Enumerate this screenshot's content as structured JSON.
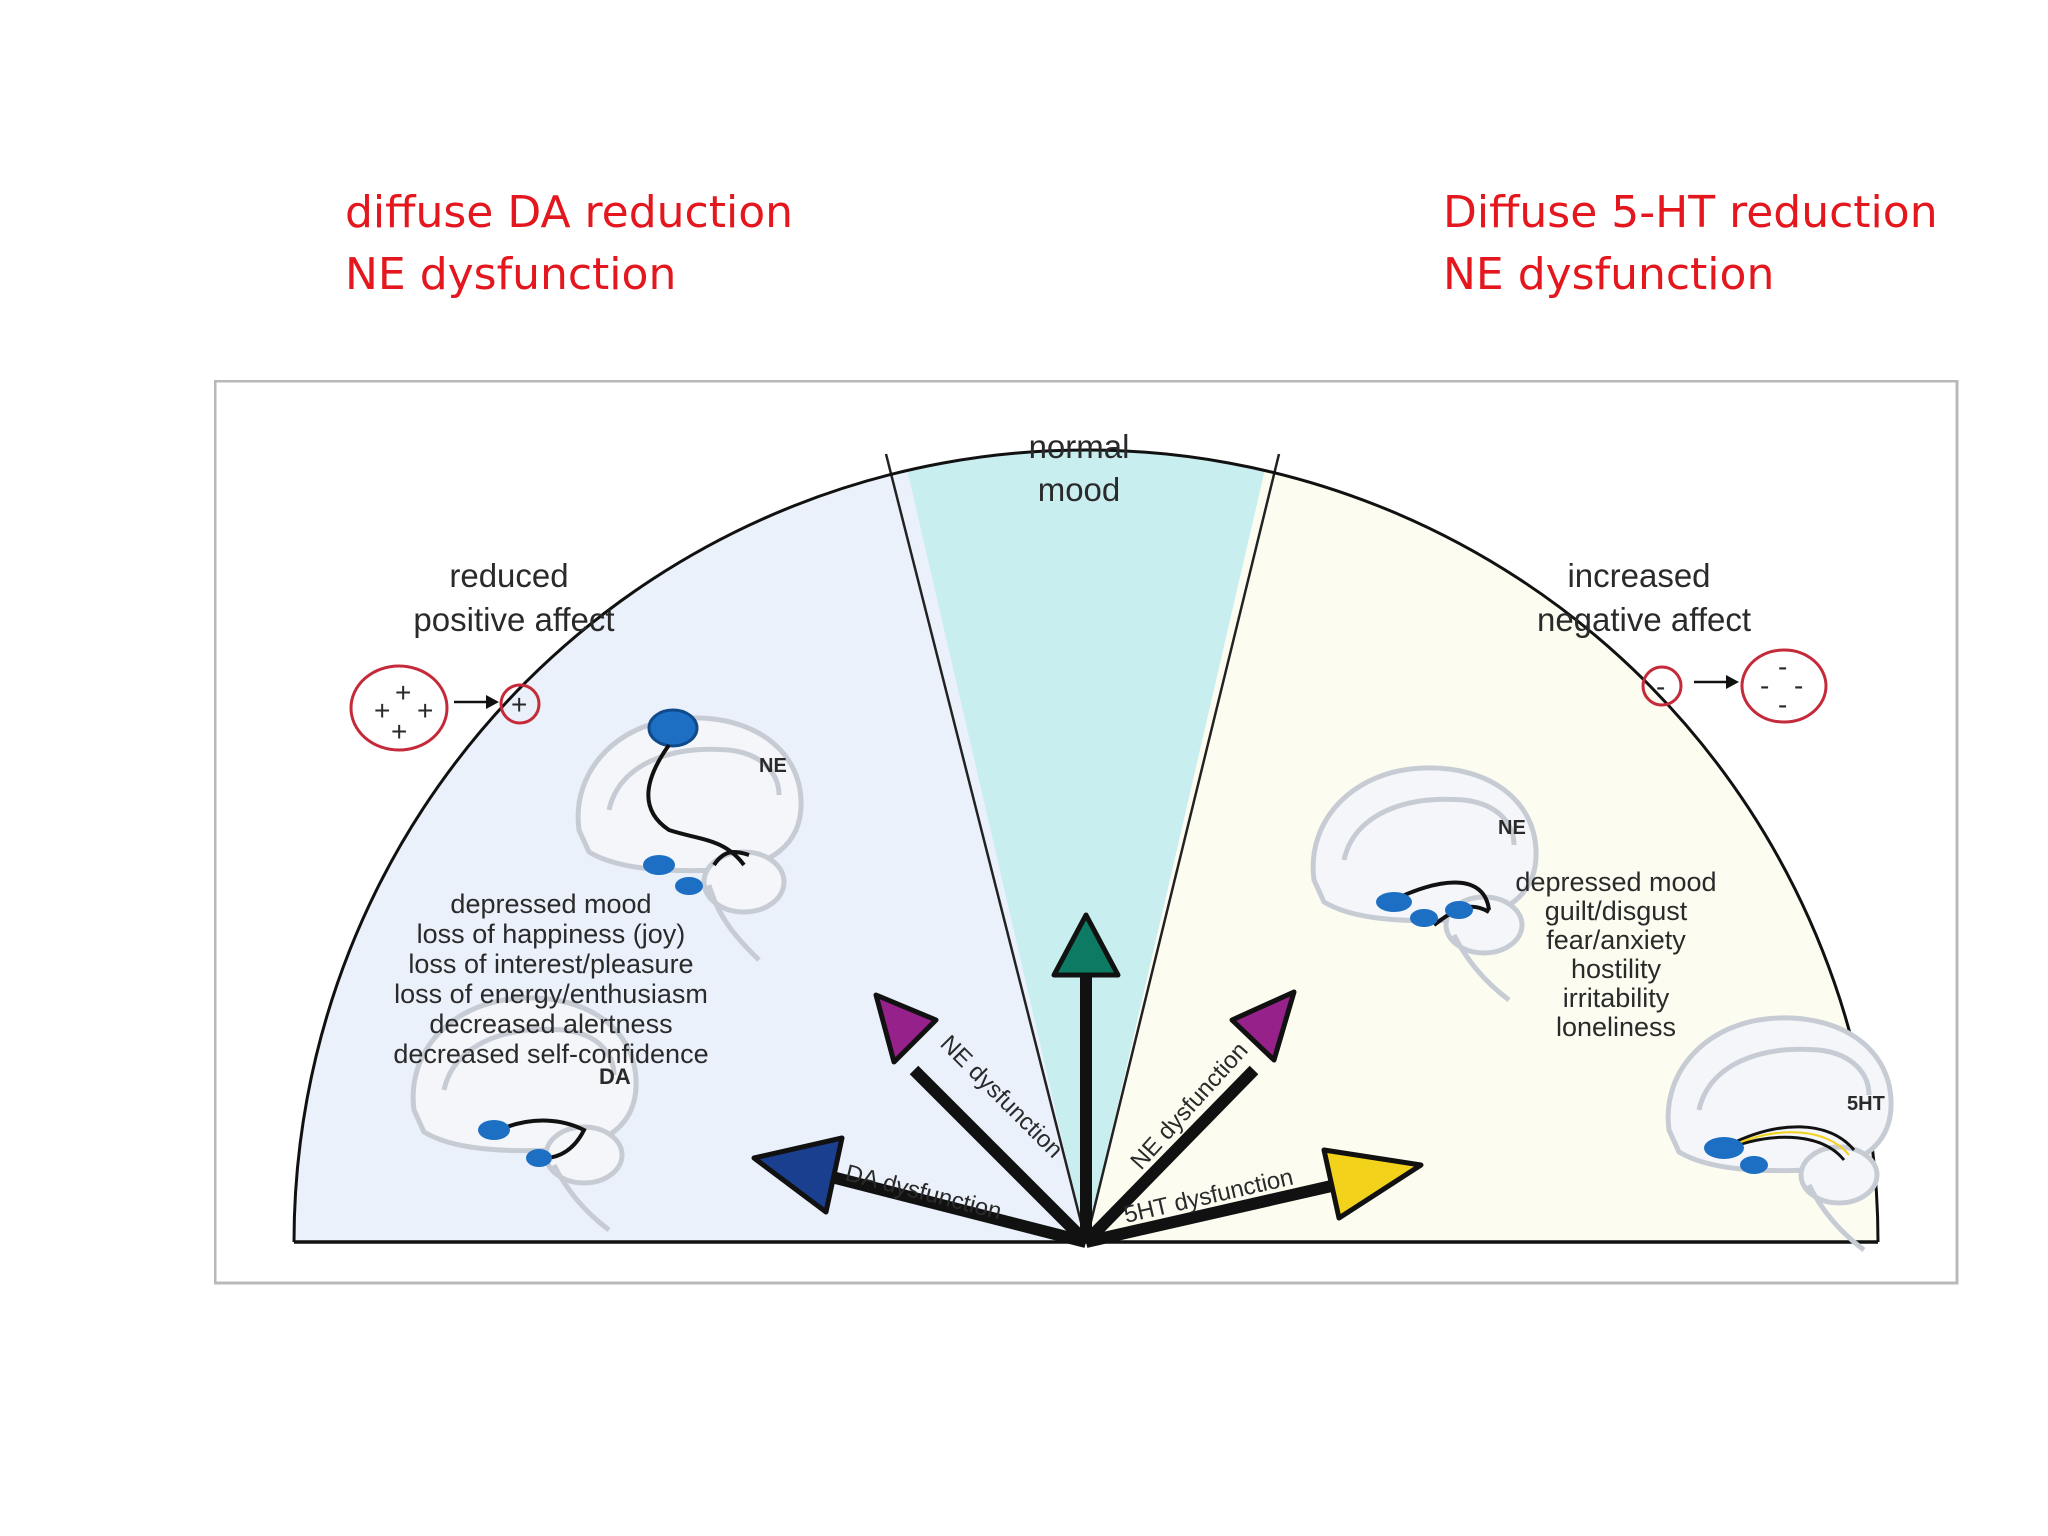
{
  "notes": {
    "left": {
      "line1": "diffuse DA reduction",
      "line2": "NE dysfunction"
    },
    "right": {
      "line1": "Diffuse 5-HT reduction",
      "line2": "NE dysfunction"
    }
  },
  "figure": {
    "center_label": {
      "line1": "normal",
      "line2": "mood"
    },
    "left_label": {
      "line1": "reduced",
      "line2": "positive affect"
    },
    "right_label": {
      "line1": "increased",
      "line2": "negative affect"
    },
    "left_symptoms": [
      "depressed mood",
      "loss of happiness (joy)",
      "loss of interest/pleasure",
      "loss of energy/enthusiasm",
      "decreased alertness",
      "decreased self-confidence"
    ],
    "right_symptoms": [
      "depressed mood",
      "guilt/disgust",
      "fear/anxiety",
      "hostility",
      "irritability",
      "loneliness"
    ],
    "brains": {
      "left_upper": "NE",
      "left_lower": "DA",
      "right_upper": "NE",
      "right_lower": "5HT"
    },
    "arrows": {
      "da": "DA dysfunction",
      "ne_left": "NE dysfunction",
      "ne_right": "NE dysfunction",
      "ht": "5HT dysfunction"
    },
    "charges": {
      "plus": "+",
      "minus": "-"
    },
    "colors": {
      "left_fill": "#eaf1fb",
      "center_fill": "#c9eef0",
      "right_fill": "#fcfdf0",
      "da_arrow": "#1a3f8f",
      "ne_arrow": "#96218a",
      "center_arrow": "#0d7a64",
      "ht_arrow": "#f2d21a",
      "neuron": "#1d6fc4",
      "note_red": "#e3171d"
    }
  }
}
